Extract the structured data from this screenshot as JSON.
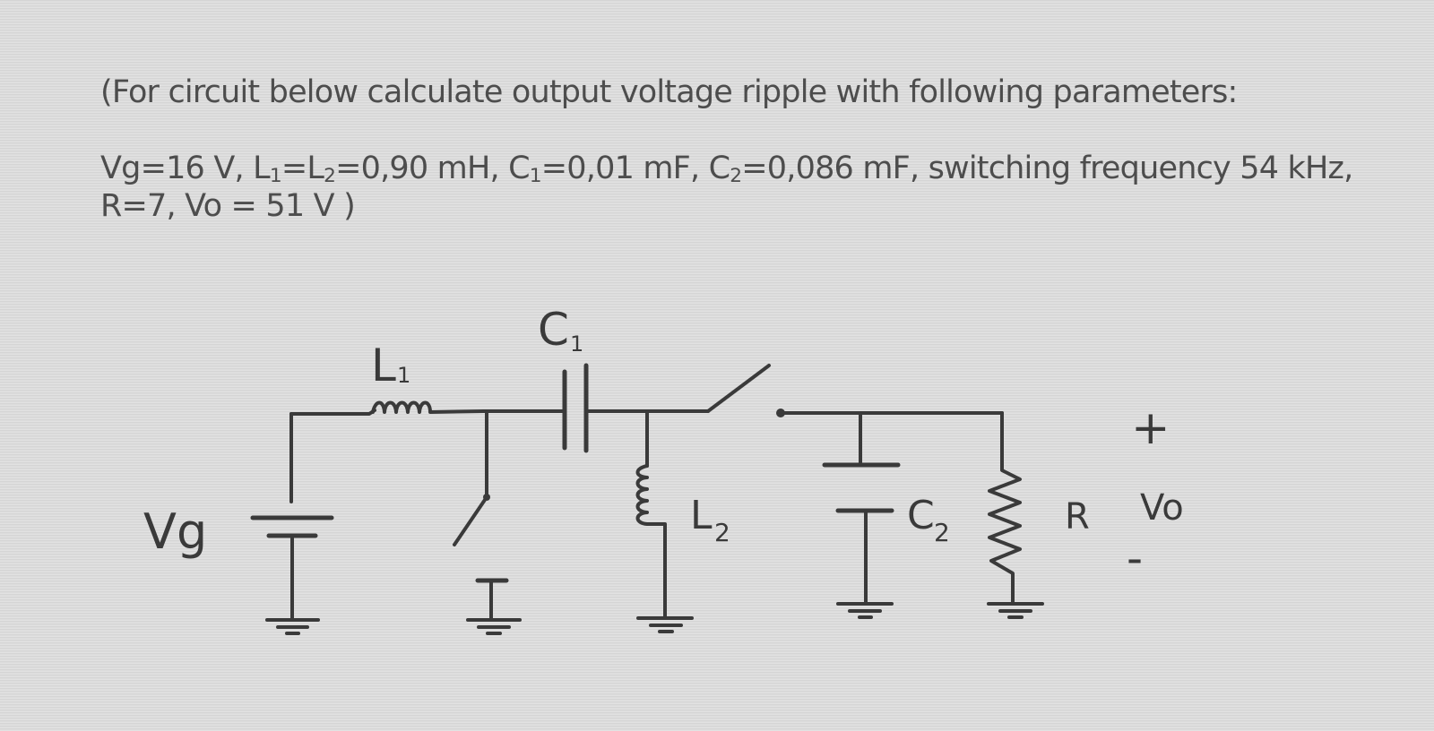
{
  "problem": {
    "intro": "(For circuit below calculate output voltage ripple with following parameters:",
    "vg_label": "Vg",
    "vg_value": "=16 V, ",
    "l1_label": "L",
    "l1_sub": "1",
    "l2_label": "=L",
    "l2_sub": "2",
    "l_value": "=0,90 mH, ",
    "c1_label": "C",
    "c1_sub": "1",
    "c1_value": "=0,01 mF, ",
    "c2_label": "C",
    "c2_sub": "2",
    "c2_value": "=0,086 mF, switching frequency 54 kHz,",
    "line2": "R=7, Vo = 51 V )"
  },
  "circuit": {
    "labels": {
      "vg": "Vg",
      "l1": "L",
      "l1_sub": "1",
      "c1": "C",
      "c1_sub": "1",
      "l2": "L",
      "l2_sub": "2",
      "c2": "C",
      "c2_sub": "2",
      "r": "R",
      "vo": "Vo",
      "plus": "+",
      "minus": "-"
    }
  }
}
